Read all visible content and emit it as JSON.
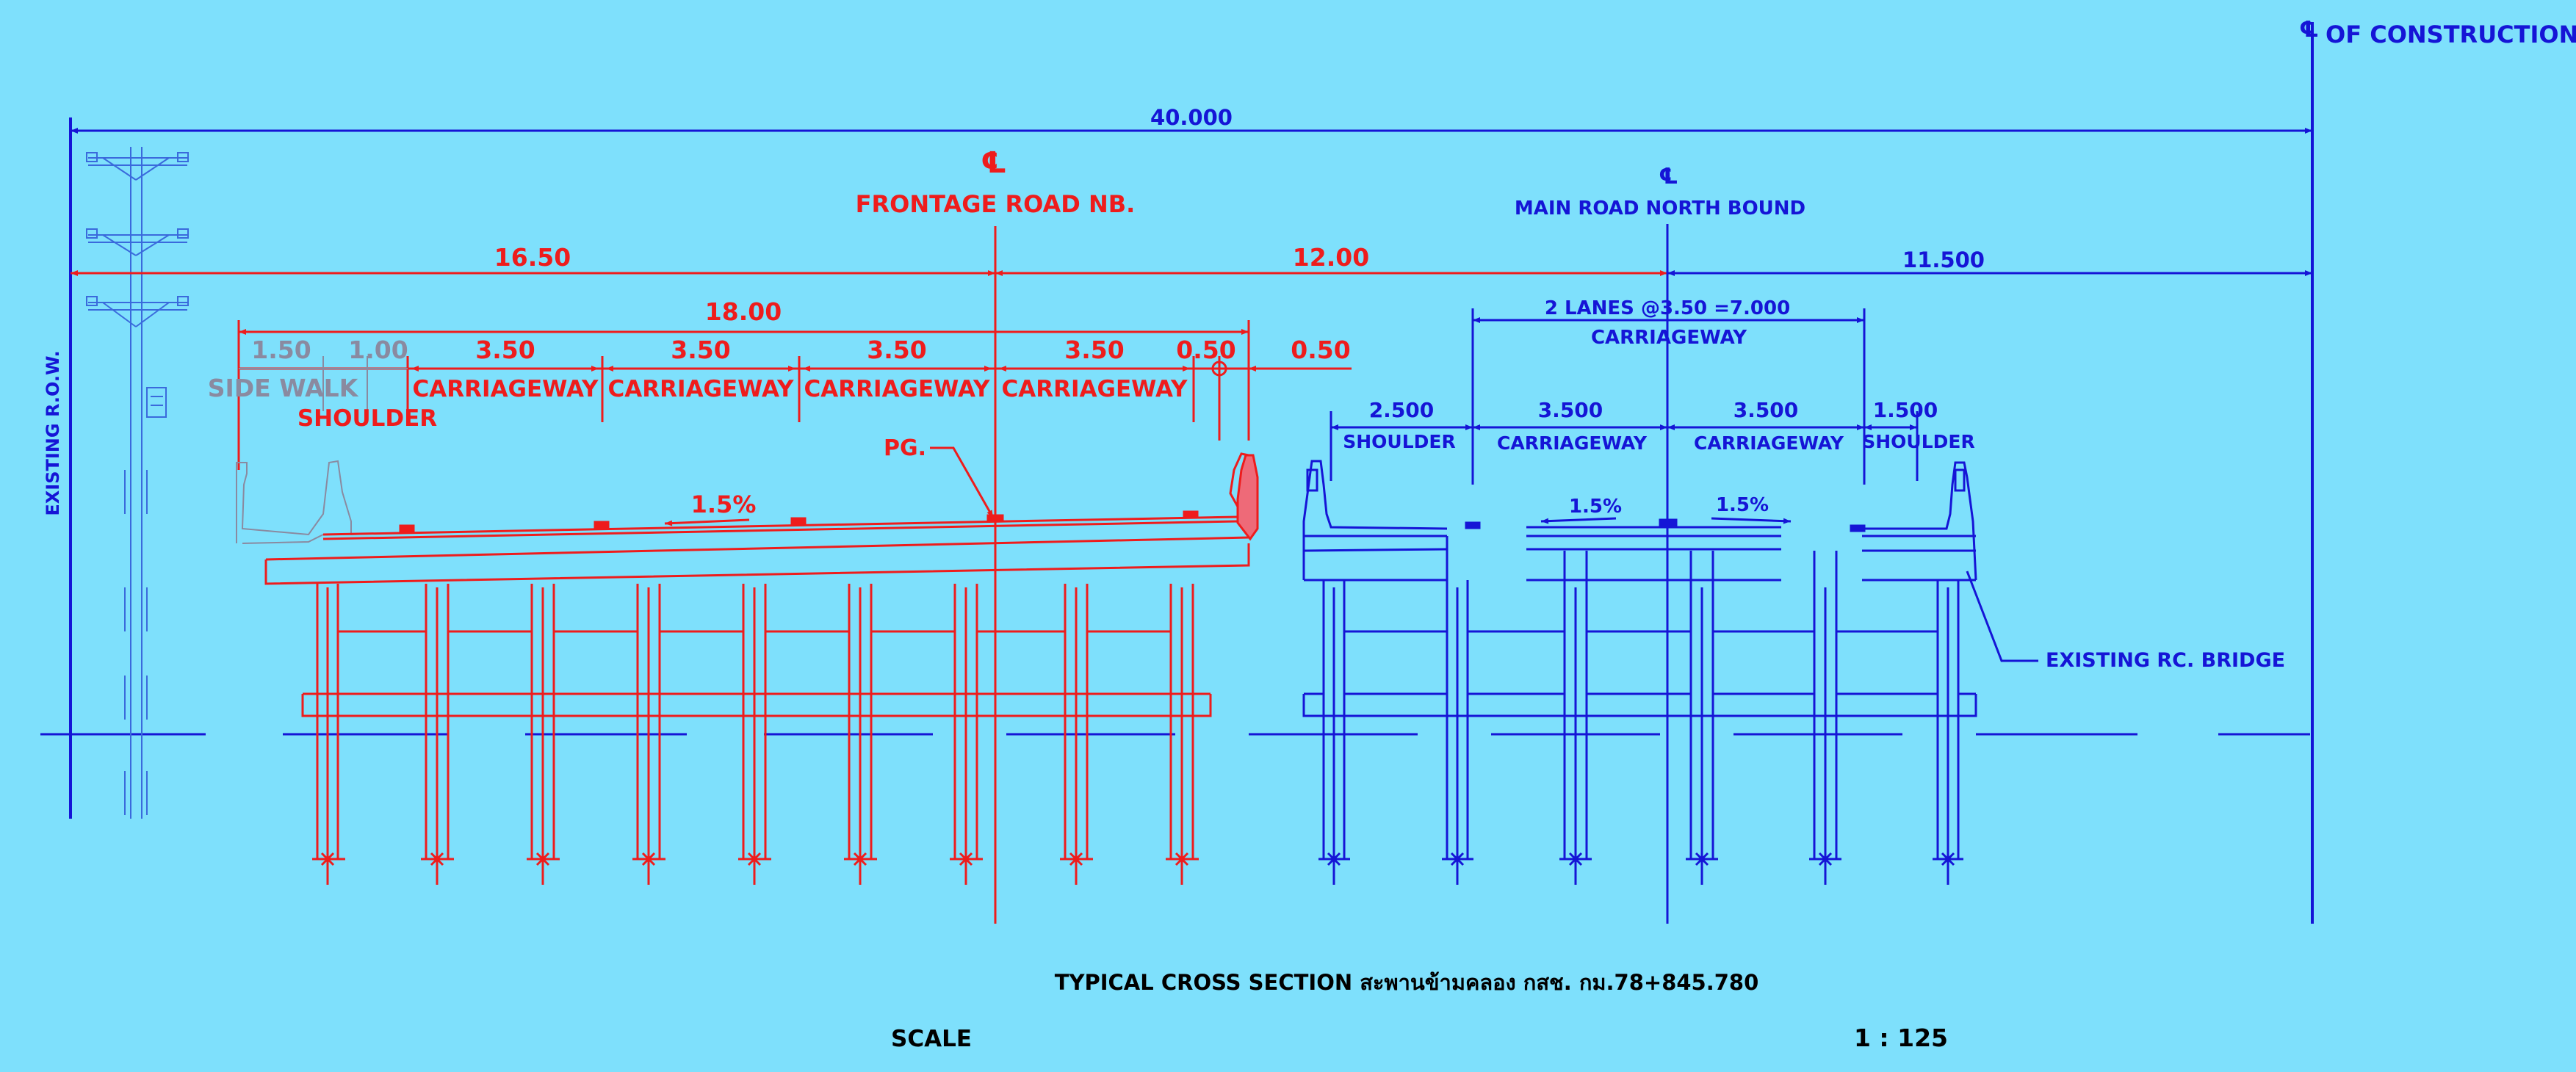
{
  "colors": {
    "background": "#7ee0fc",
    "frontage": "#ee1c1c",
    "main": "#1515d6",
    "existing": "#8a8aa0",
    "railing": "#ee6a78"
  },
  "construction_cl": "OF CONSTRUCTION",
  "overall_width": "40.000",
  "existing_row": "EXISTING R.O.W.",
  "frontage": {
    "cl_title": "FRONTAGE ROAD NB.",
    "to_row": "16.50",
    "to_main_cl": "12.00",
    "deck_width": "18.00",
    "sidewalk_w": "1.50",
    "shoulder_w": "1.00",
    "sidewalk_label": "SIDE WALK",
    "shoulder_label": "SHOULDER",
    "lanes": [
      {
        "width": "3.50",
        "label": "CARRIAGEWAY"
      },
      {
        "width": "3.50",
        "label": "CARRIAGEWAY"
      },
      {
        "width": "3.50",
        "label": "CARRIAGEWAY"
      },
      {
        "width": "3.50",
        "label": "CARRIAGEWAY"
      }
    ],
    "edge_w": "0.50",
    "outer_w": "0.50",
    "slope": "1.5%",
    "pg": "PG."
  },
  "main": {
    "cl_title": "MAIN ROAD NORTH BOUND",
    "to_construction": "11.500",
    "lanes_note": "2 LANES @3.50 =7.000",
    "carriageway": "CARRIAGEWAY",
    "segments": [
      {
        "width": "2.500",
        "label": "SHOULDER"
      },
      {
        "width": "3.500",
        "label": "CARRIAGEWAY"
      },
      {
        "width": "3.500",
        "label": "CARRIAGEWAY"
      },
      {
        "width": "1.500",
        "label": "SHOULDER"
      }
    ],
    "slope_left": "1.5%",
    "slope_right": "1.5%",
    "bridge_label": "EXISTING RC. BRIDGE"
  },
  "footer": {
    "caption": "TYPICAL CROSS SECTION สะพานข้ามคลอง กสช. กม.78+845.780",
    "scale_label": "SCALE",
    "scale_value": "1 : 125"
  }
}
